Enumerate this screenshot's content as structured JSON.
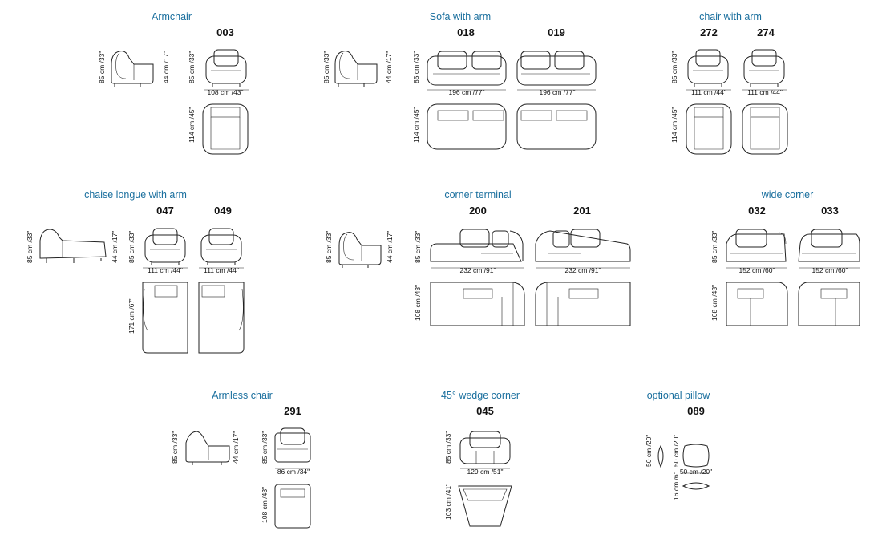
{
  "accent": "#1a6f9e",
  "groups": {
    "armchair": {
      "title": "Armchair",
      "codes": [
        "003"
      ],
      "dims": {
        "h85": "85 cm /33\"",
        "seat": "44 cm /17\"",
        "width": "108 cm /43\"",
        "depth": "114 cm /45\""
      }
    },
    "sofa": {
      "title": "Sofa with arm",
      "codes": [
        "018",
        "019"
      ],
      "dims": {
        "h85": "85 cm /33\"",
        "seat": "44 cm /17\"",
        "width": "196 cm /77\"",
        "depth": "114 cm /45\""
      }
    },
    "chair_arm": {
      "title": "chair with arm",
      "codes": [
        "272",
        "274"
      ],
      "dims": {
        "h85": "85 cm /33\"",
        "width": "111 cm /44\"",
        "depth": "114 cm /45\""
      }
    },
    "chaise": {
      "title": "chaise longue with arm",
      "codes": [
        "047",
        "049"
      ],
      "dims": {
        "h85": "85 cm /33\"",
        "seat": "44 cm /17\"",
        "width": "111 cm /44\"",
        "depth": "171 cm /67\""
      }
    },
    "corner": {
      "title": "corner terminal",
      "codes": [
        "200",
        "201"
      ],
      "dims": {
        "h85": "85 cm /33\"",
        "seat": "44 cm /17\"",
        "width": "232 cm /91\"",
        "depth": "108 cm /43\""
      }
    },
    "wide": {
      "title": "wide corner",
      "codes": [
        "032",
        "033"
      ],
      "dims": {
        "h85": "85 cm /33\"",
        "width": "152 cm /60\"",
        "depth": "108 cm /43\""
      }
    },
    "armless": {
      "title": "Armless chair",
      "codes": [
        "291"
      ],
      "dims": {
        "h85": "85 cm /33\"",
        "seat": "44 cm /17\"",
        "width": "86 cm /34\"",
        "depth": "108 cm /43\""
      }
    },
    "wedge": {
      "title": "45° wedge corner",
      "codes": [
        "045"
      ],
      "dims": {
        "h85": "85 cm /33\"",
        "width": "129 cm /51\"",
        "depth": "103 cm /41\""
      }
    },
    "pillow": {
      "title": "optional pillow",
      "codes": [
        "089"
      ],
      "dims": {
        "h50": "50 cm /20\"",
        "width": "50 cm /20\"",
        "thick": "16 cm /6\""
      }
    }
  }
}
